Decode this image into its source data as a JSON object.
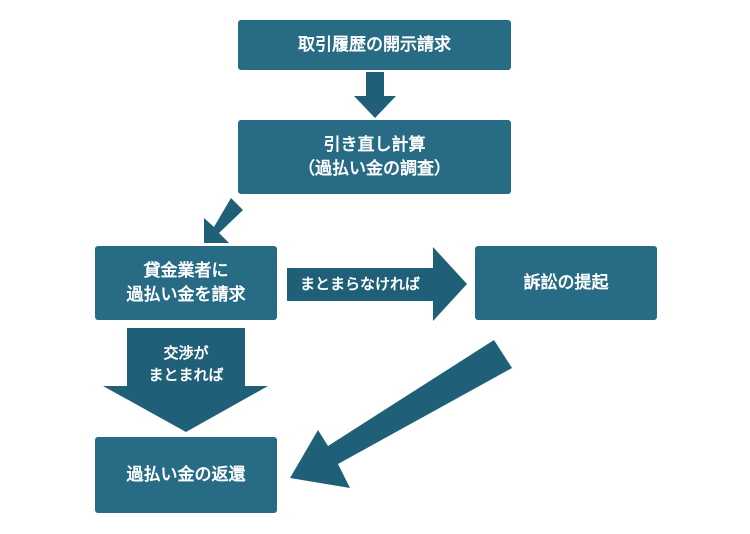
{
  "colors": {
    "box": "#276b85",
    "arrow": "#1f5f78",
    "text": "#ffffff"
  },
  "nodes": {
    "disclosure": "取引履歴の開示請求",
    "recalculation": "引き直し計算\n（過払い金の調査）",
    "claim": "貸金業者に\n過払い金を請求",
    "lawsuit": "訴訟の提起",
    "refund": "過払い金の返還"
  },
  "edges": {
    "not_settled": "まとまらなければ",
    "negotiation": "交渉が\nまとまれば"
  }
}
